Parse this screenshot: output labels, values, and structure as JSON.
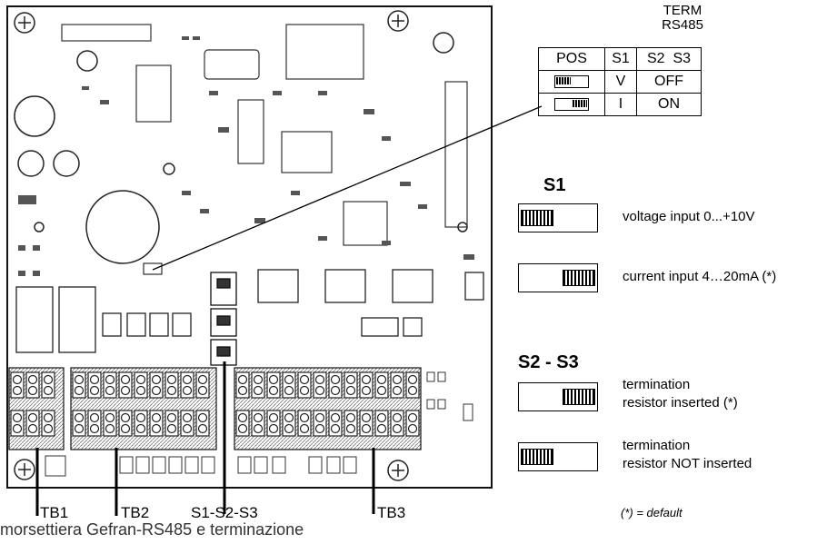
{
  "term_header": [
    "TERM",
    "RS485"
  ],
  "table": {
    "headers": [
      "POS",
      "S1",
      "S2  S3"
    ],
    "rows": [
      {
        "s1": "V",
        "s23": "OFF"
      },
      {
        "s1": "I",
        "s23": "ON"
      }
    ]
  },
  "s1": {
    "title": "S1",
    "options": [
      {
        "label": "voltage input 0...+10V"
      },
      {
        "label": "current input 4…20mA (*)"
      }
    ]
  },
  "s23": {
    "title": "S2 - S3",
    "options": [
      {
        "line1": "termination",
        "line2": "resistor inserted (*)"
      },
      {
        "line1": "termination",
        "line2": "resistor NOT inserted"
      }
    ]
  },
  "footnote": "(*) = default",
  "terminal_labels": {
    "tb1": "TB1",
    "tb2": "TB2",
    "switches": "S1-S2-S3",
    "tb3": "TB3"
  },
  "caption": "morsettiera Gefran-RS485 e terminazione"
}
